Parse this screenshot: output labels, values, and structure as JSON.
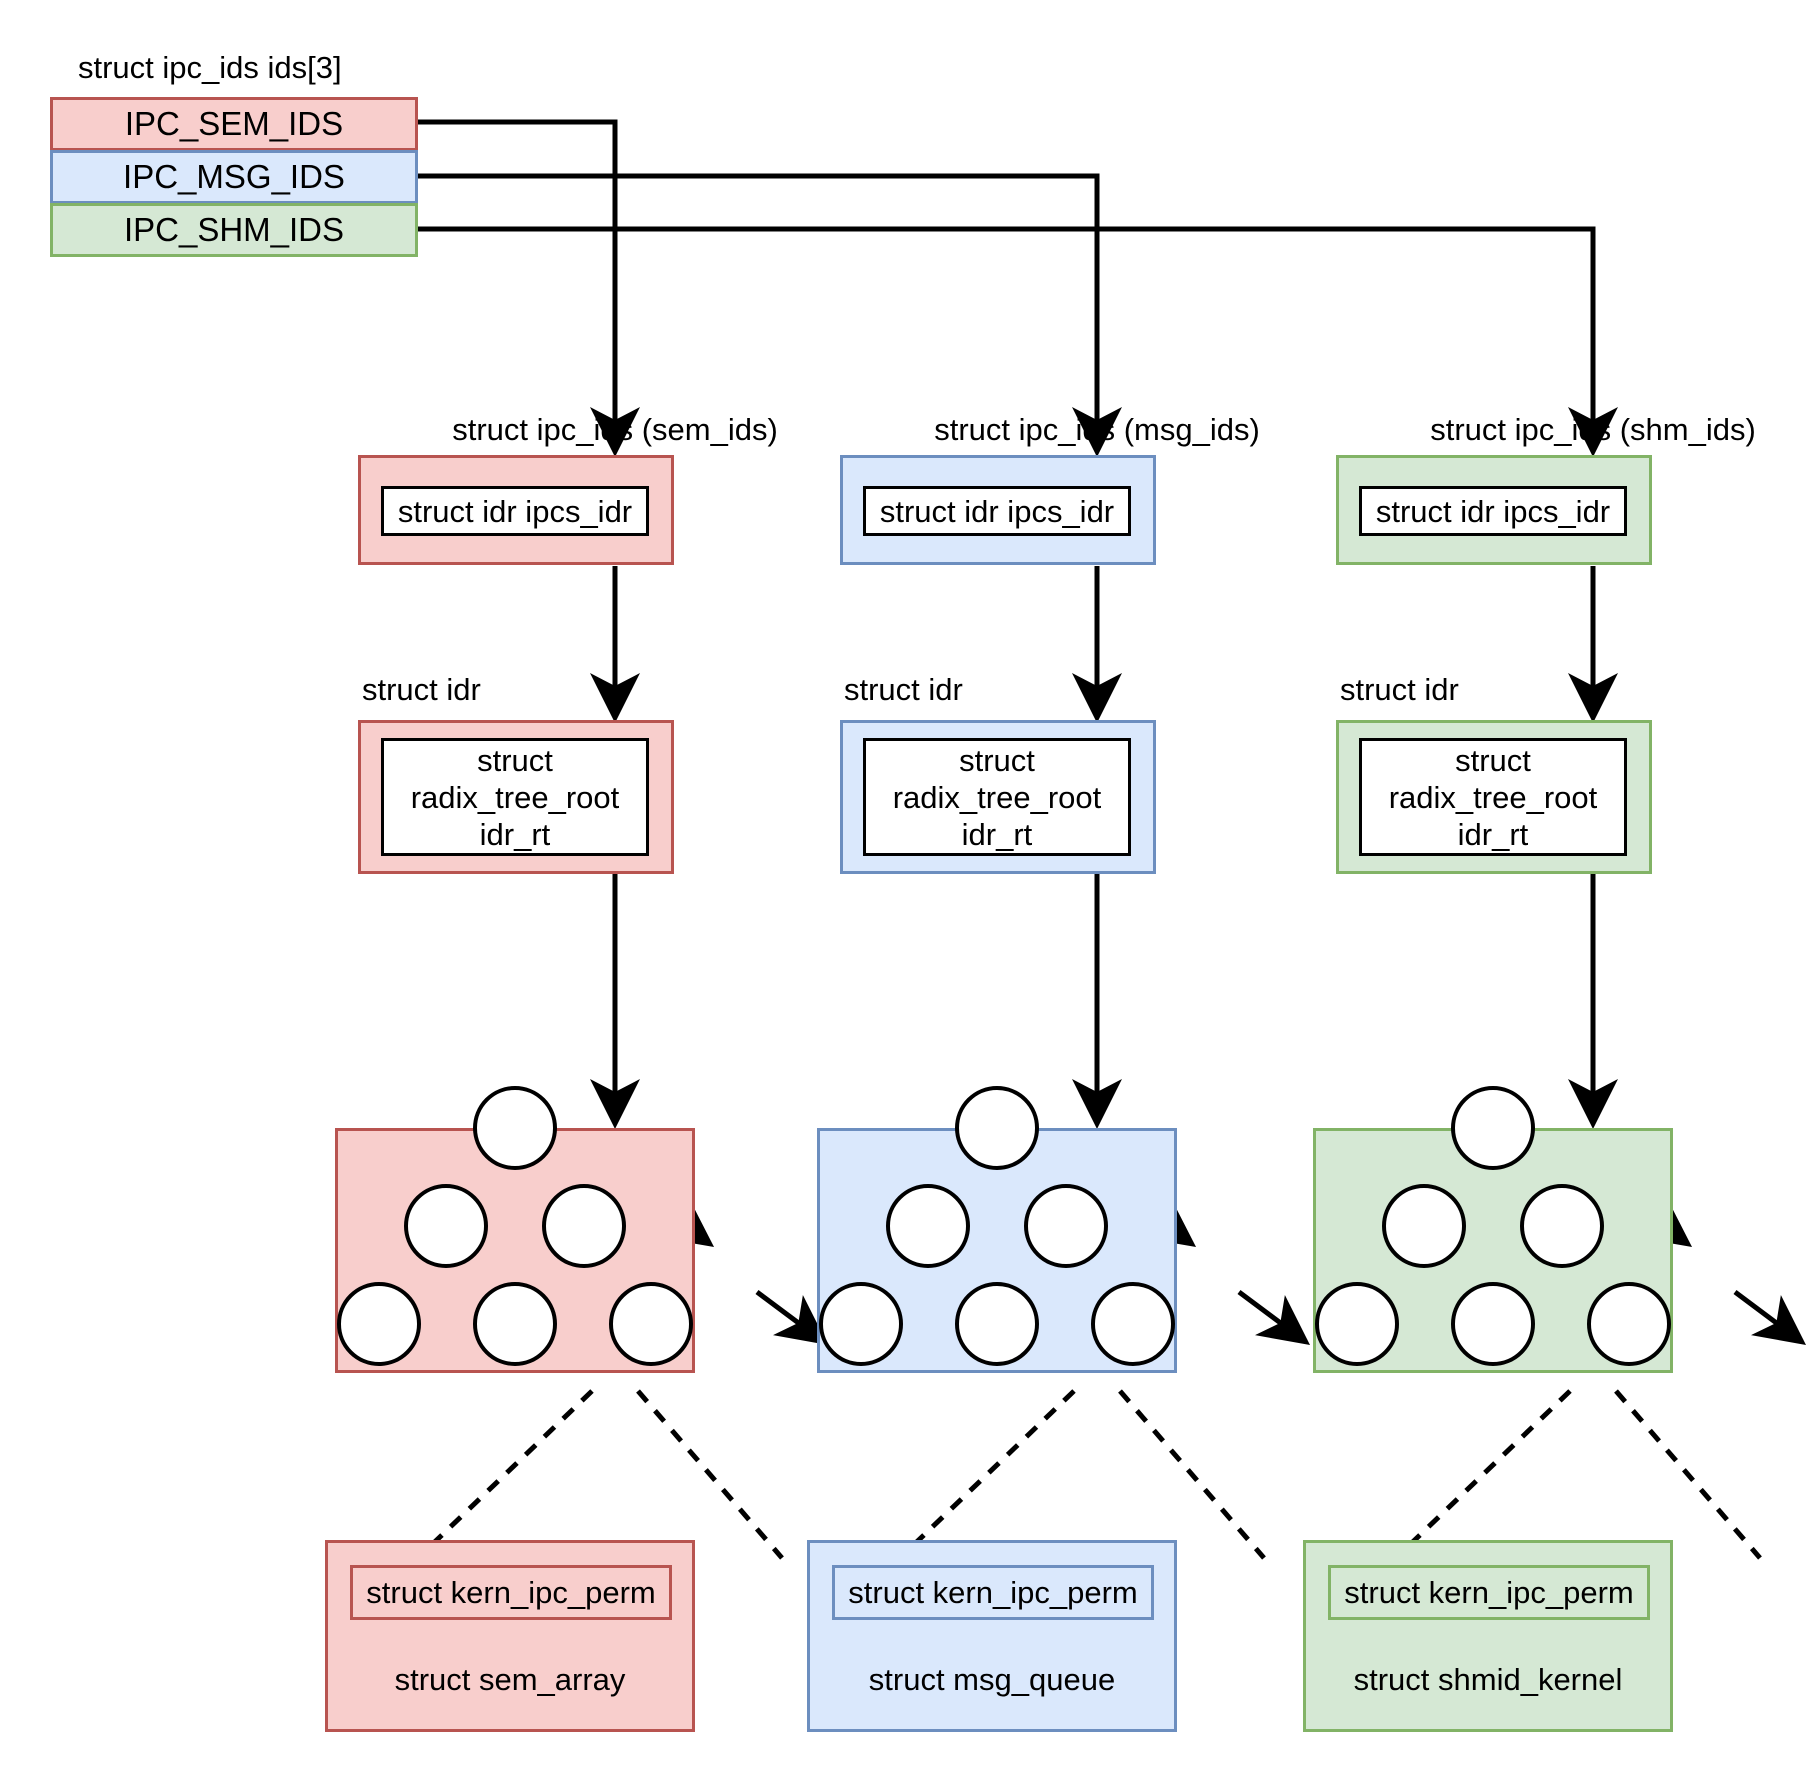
{
  "diagram": {
    "title_top": "struct ipc_ids ids[3]",
    "ids_array": [
      {
        "label": "IPC_SEM_IDS",
        "color": "#f8cecc",
        "border": "#b85450"
      },
      {
        "label": "IPC_MSG_IDS",
        "color": "#dae8fc",
        "border": "#6c8ebf"
      },
      {
        "label": "IPC_SHM_IDS",
        "color": "#d5e8d4",
        "border": "#82b366"
      }
    ],
    "columns": [
      {
        "key": "sem",
        "ipc_ids_label": "struct ipc_ids (sem_ids)",
        "idr_field_label": "struct idr ipcs_idr",
        "idr_label": "struct idr",
        "radix_field_label": "struct\nradix_tree_root\nidr_rt",
        "perm_label": "struct kern_ipc_perm",
        "struct_label": "struct sem_array",
        "fill": "#f8cecc",
        "stroke": "#b85450"
      },
      {
        "key": "msg",
        "ipc_ids_label": "struct ipc_ids (msg_ids)",
        "idr_field_label": "struct idr ipcs_idr",
        "idr_label": "struct idr",
        "radix_field_label": "struct\nradix_tree_root\nidr_rt",
        "perm_label": "struct kern_ipc_perm",
        "struct_label": "struct msg_queue",
        "fill": "#dae8fc",
        "stroke": "#6c8ebf"
      },
      {
        "key": "shm",
        "ipc_ids_label": "struct ipc_ids (shm_ids)",
        "idr_field_label": "struct idr ipcs_idr",
        "idr_label": "struct idr",
        "radix_field_label": "struct\nradix_tree_root\nidr_rt",
        "perm_label": "struct kern_ipc_perm",
        "struct_label": "struct shmid_kernel",
        "fill": "#d5e8d4",
        "stroke": "#82b366"
      }
    ],
    "tree": {
      "node_count_per_column": 6,
      "levels": [
        1,
        2,
        3
      ],
      "description": "radix tree nodes"
    },
    "edge_style": {
      "solid_color": "#000000",
      "dashed_color": "#000000"
    }
  }
}
